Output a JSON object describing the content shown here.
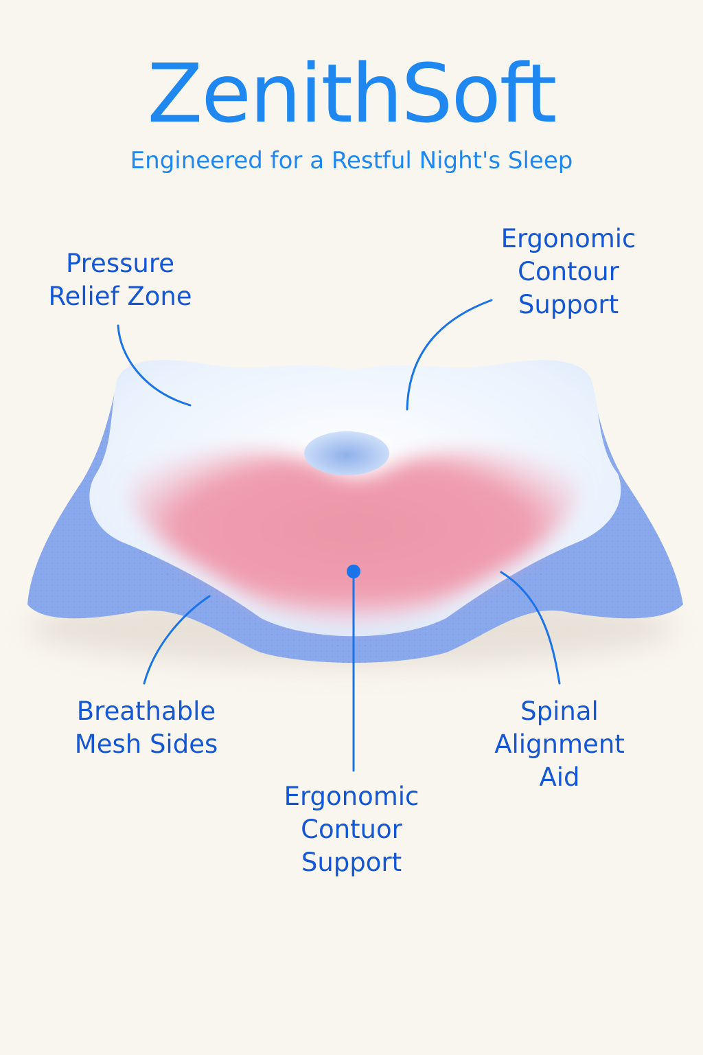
{
  "brand": {
    "name": "ZenithSoft",
    "tagline": "Engineered for a Restful Night's Sleep"
  },
  "callouts": {
    "pressure_relief": "Pressure\nRelief Zone",
    "contour_top": "Ergonomic\nContour\nSupport",
    "breathable_mesh": "Breathable\nMesh Sides",
    "spinal_alignment": "Spinal\nAlignment\nAid",
    "contour_bottom": "Ergonomic\nContuor\nSupport"
  },
  "colors": {
    "background": "#f9f5ef",
    "brand_blue": "#1e88f0",
    "label_blue": "#1457d6",
    "leader_line": "#1a73e8",
    "mesh_blue": "#7f9fe8",
    "foam_white": "#eef4fd",
    "pressure_pink": "#ea8fa3"
  }
}
